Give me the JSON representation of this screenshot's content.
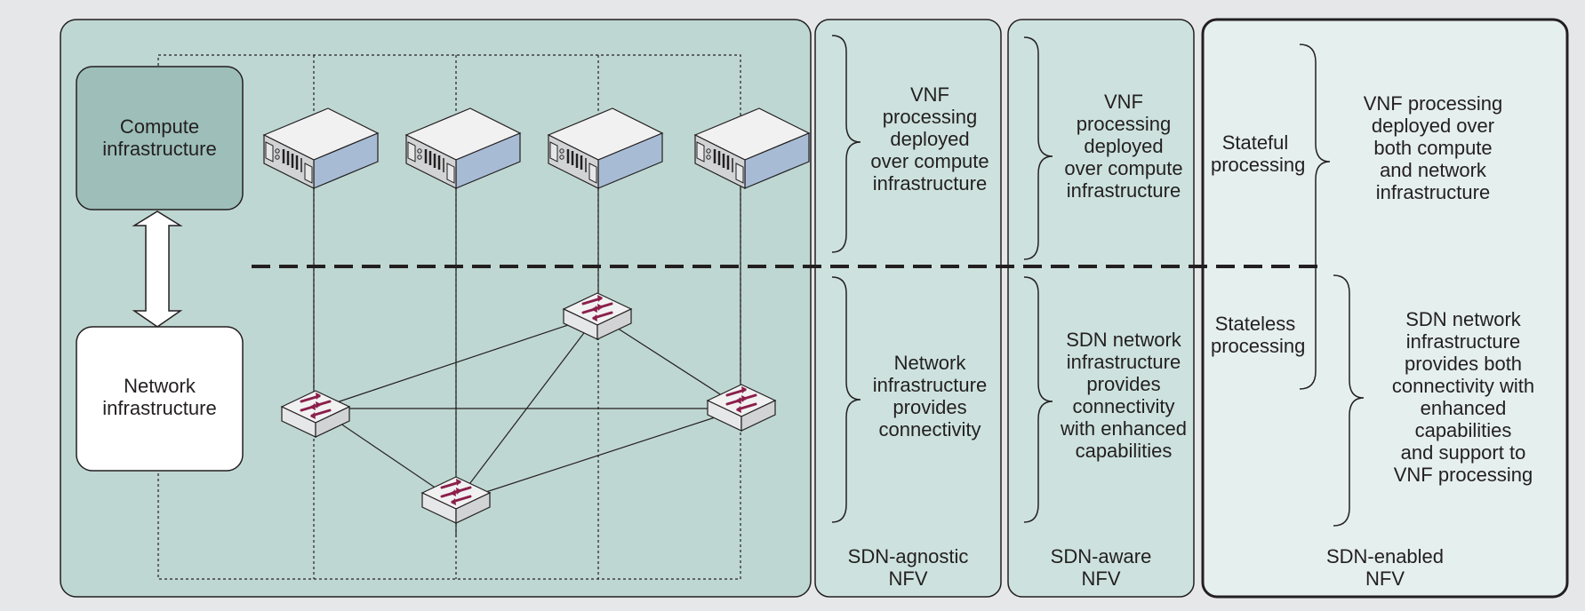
{
  "colors": {
    "background": "#e6e7e8",
    "main_panel": "#bfd7d2",
    "column_panel": "#cde2de",
    "enabled_panel": "#e5efee",
    "compute_box": "#9ebfb9",
    "network_box": "#ffffff",
    "line": "#231f20",
    "switch_arrows": "#8b1f4a"
  },
  "icons": {
    "server": "server-icon",
    "switch": "network-switch-icon",
    "arrow": "double-arrow-icon",
    "brace": "curly-brace-icon"
  },
  "left_panel": {
    "compute_label": "Compute\ninfrastructure",
    "network_label": "Network\ninfrastructure"
  },
  "columns": {
    "agnostic": {
      "top_text": "VNF\nprocessing\ndeployed\nover compute\ninfrastructure",
      "bottom_text": "Network\ninfrastructure\nprovides\nconnectivity",
      "label": "SDN-agnostic\nNFV"
    },
    "aware": {
      "top_text": "VNF\nprocessing\ndeployed\nover compute\ninfrastructure",
      "bottom_text": "SDN network\ninfrastructure\nprovides\nconnectivity\nwith enhanced\ncapabilities",
      "label": "SDN-aware\nNFV"
    },
    "enabled": {
      "stateful_label": "Stateful\nprocessing",
      "stateless_label": "Stateless\nprocessing",
      "top_text": "VNF processing\ndeployed over\nboth compute\nand network\ninfrastructure",
      "bottom_text": "SDN network\ninfrastructure\nprovides both\nconnectivity with\nenhanced\ncapabilities\nand support to\nVNF processing",
      "label": "SDN-enabled\nNFV"
    }
  }
}
